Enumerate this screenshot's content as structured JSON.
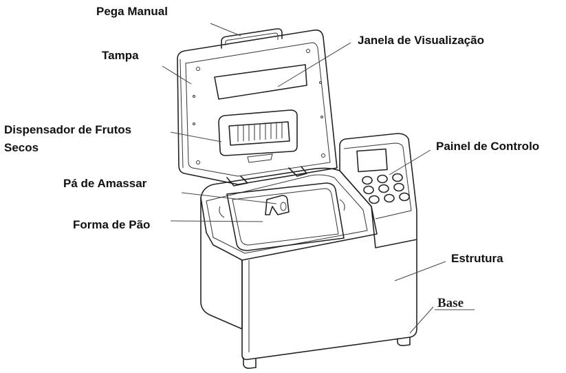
{
  "labels": {
    "handle": "Pega Manual",
    "lid": "Tampa",
    "window": "Janela de Visualização",
    "dispenser_line1": "Dispensador de Frutos",
    "dispenser_line2": "Secos",
    "control_panel": "Painel de Controlo",
    "kneading_paddle": "Pá de Amassar",
    "bread_pan": "Forma de Pão",
    "housing": "Estrutura",
    "base": "Base"
  }
}
